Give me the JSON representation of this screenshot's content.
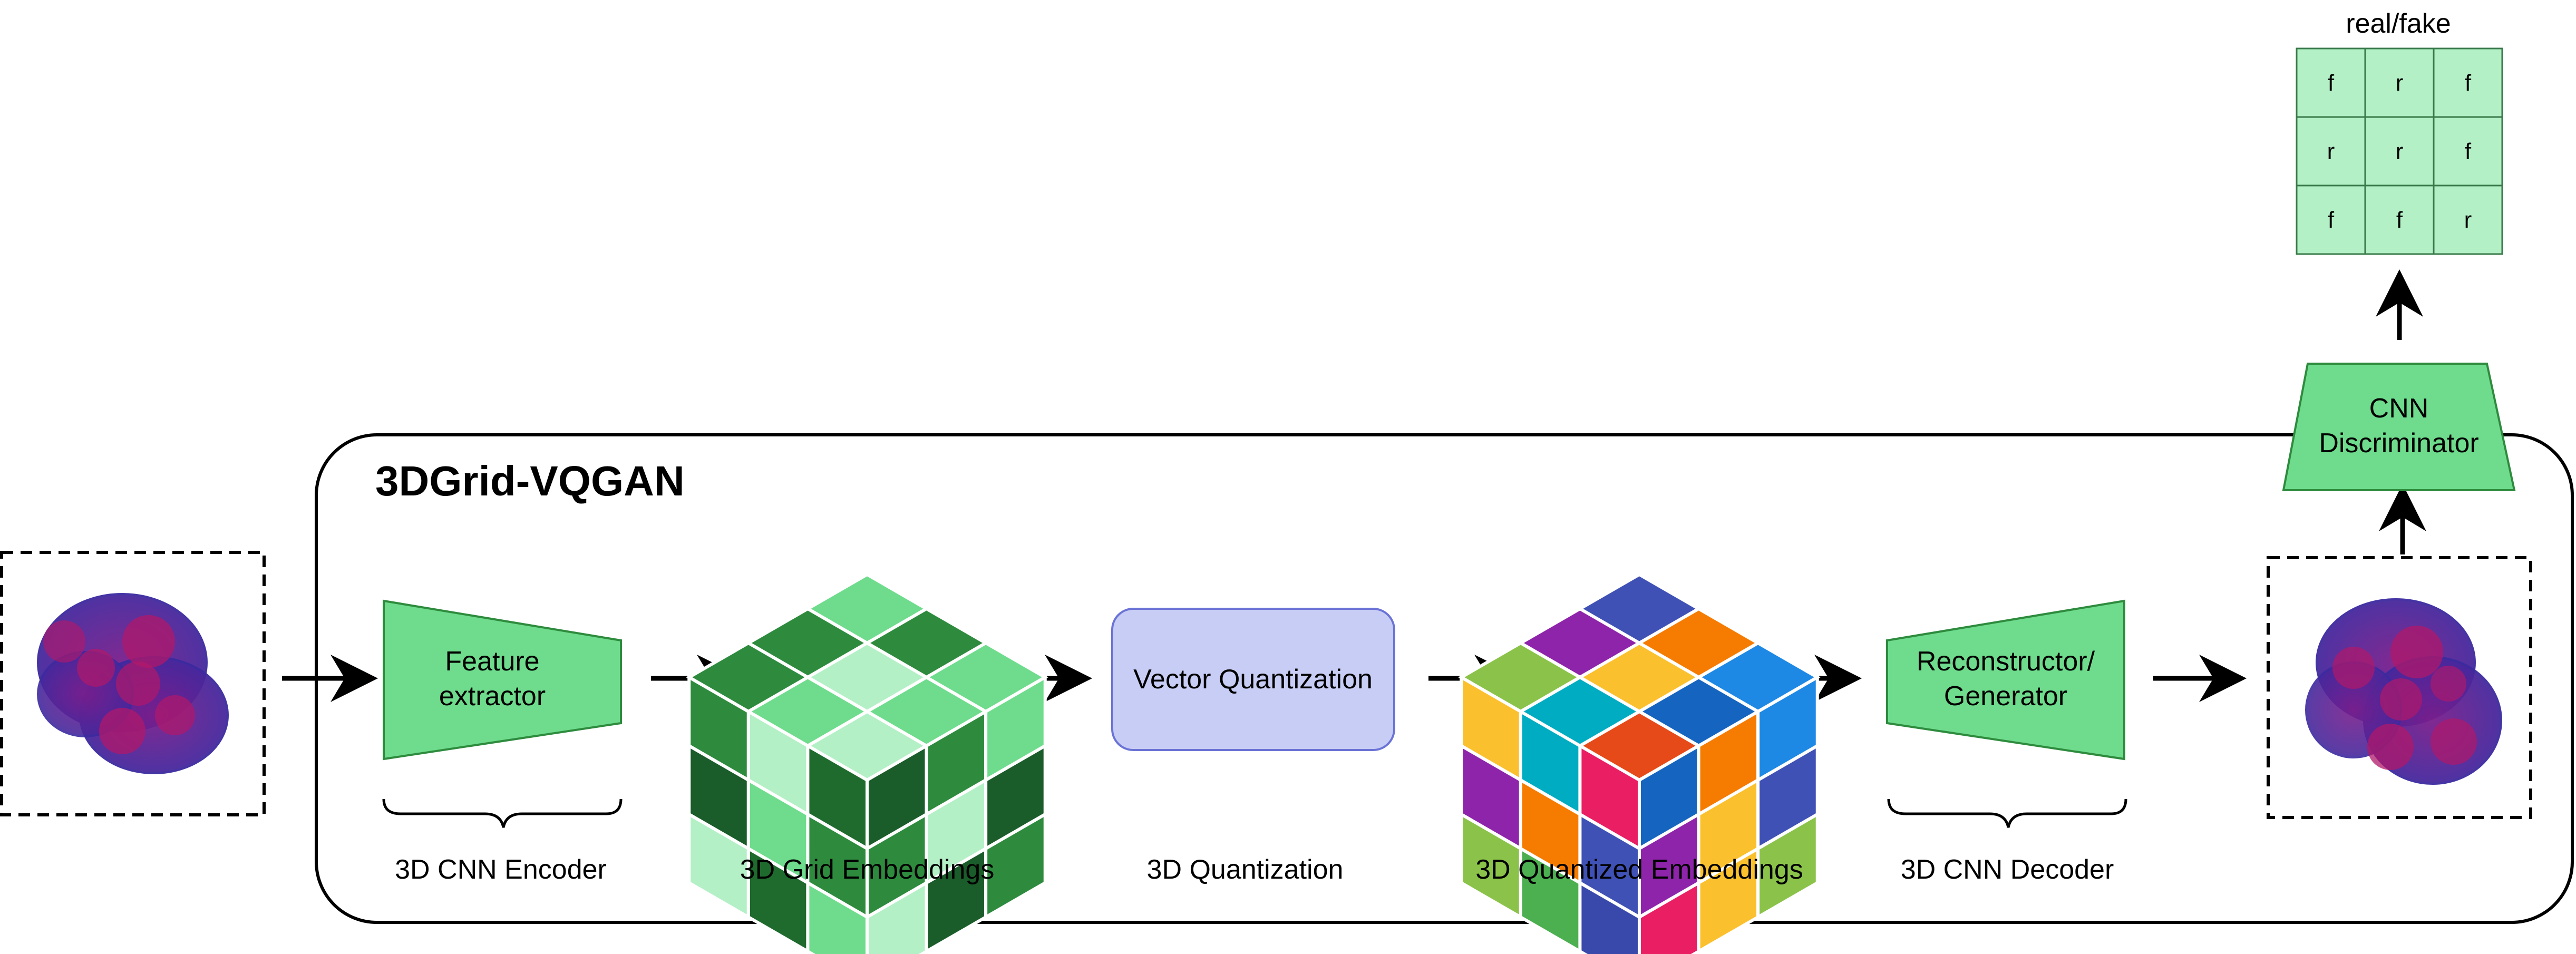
{
  "title": "3DGrid-VQGAN",
  "nodes": {
    "encoder": {
      "label_line1": "Feature",
      "label_line2": "extractor",
      "fill": "#6EDC8C",
      "stroke": "#2E8B3E"
    },
    "quantizer": {
      "label": "Vector Quantization",
      "fill": "#C8CDF5",
      "stroke": "#6B73D6"
    },
    "decoder": {
      "label_line1": "Reconstructor/",
      "label_line2": "Generator",
      "fill": "#6EDC8C",
      "stroke": "#2E8B3E"
    },
    "discriminator": {
      "label_line1": "CNN",
      "label_line2": "Discriminator",
      "fill": "#6EDC8C",
      "stroke": "#2E8B3E"
    }
  },
  "stage_labels": {
    "encoder": "3D CNN Encoder",
    "grid_embeddings": "3D Grid Embeddings",
    "quantization": "3D Quantization",
    "quantized_embeddings": "3D Quantized Embeddings",
    "decoder": "3D CNN Decoder"
  },
  "output": {
    "title": "real/fake",
    "grid": [
      [
        "f",
        "r",
        "f"
      ],
      [
        "r",
        "r",
        "f"
      ],
      [
        "f",
        "f",
        "r"
      ]
    ],
    "cell_fill": "#B3F0C6",
    "cell_stroke": "#3A7A4A"
  },
  "grid_cube_colors": {
    "top": [
      "#6EDC8C",
      "#2E8B3E",
      "#6EDC8C",
      "#2E8B3E",
      "#B3F0C6",
      "#6EDC8C",
      "#2E8B3E",
      "#6EDC8C",
      "#B3F0C6"
    ],
    "left": [
      "#2E8B3E",
      "#B3F0C6",
      "#1F6B2E",
      "#1A5C2A",
      "#6EDC8C",
      "#2E8B3E",
      "#B3F0C6",
      "#1F6B2E",
      "#6EDC8C"
    ],
    "right": [
      "#1A5C2A",
      "#2E8B3E",
      "#6EDC8C",
      "#2E8B3E",
      "#B3F0C6",
      "#1A5C2A",
      "#B3F0C6",
      "#1A5C2A",
      "#2E8B3E"
    ]
  },
  "quantized_cube_colors": {
    "top": [
      "#3F51B5",
      "#F57C00",
      "#1E88E5",
      "#8E24AA",
      "#FBC02D",
      "#1565C0",
      "#8BC34A",
      "#00ACC1",
      "#E64A19"
    ],
    "left": [
      "#FBC02D",
      "#00ACC1",
      "#E91E63",
      "#8E24AA",
      "#F57C00",
      "#3F51B5",
      "#8BC34A",
      "#4CAF50",
      "#3949AB"
    ],
    "right": [
      "#1565C0",
      "#F57C00",
      "#1E88E5",
      "#8E24AA",
      "#FBC02D",
      "#3F51B5",
      "#E91E63",
      "#FBC02D",
      "#8BC34A"
    ]
  },
  "colors": {
    "blob_outer": "#4B2BA8",
    "blob_inner": "#B0186A",
    "arrow": "#000000"
  }
}
